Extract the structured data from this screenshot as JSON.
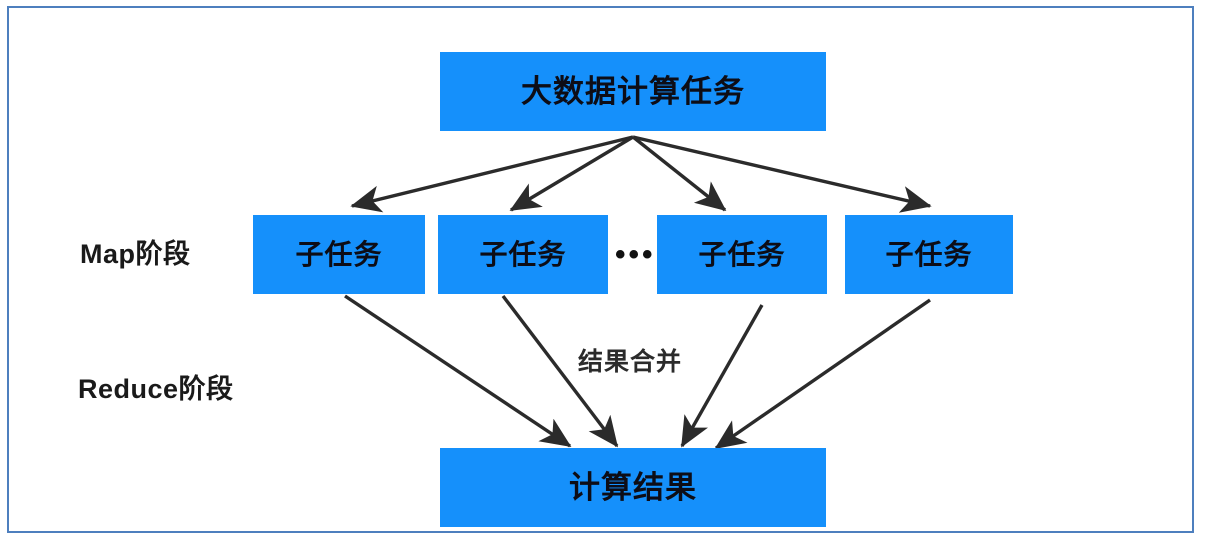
{
  "diagram": {
    "title_node": {
      "label": "大数据计算任务"
    },
    "stages": [
      {
        "id": "map",
        "label": "Map阶段"
      },
      {
        "id": "reduce",
        "label": "Reduce阶段"
      }
    ],
    "map_tasks": [
      {
        "label": "子任务"
      },
      {
        "label": "子任务"
      },
      {
        "label": "子任务"
      },
      {
        "label": "子任务"
      }
    ],
    "ellipsis": "•••",
    "merge_label": "结果合并",
    "result_node": {
      "label": "计算结果"
    },
    "colors": {
      "node_fill": "#1590fb",
      "node_text": "#0d0d16",
      "arrow": "#2b2b2b",
      "frame_border": "#4d7fbe",
      "background": "#ffffff",
      "label_text": "#1a1a1a"
    }
  }
}
